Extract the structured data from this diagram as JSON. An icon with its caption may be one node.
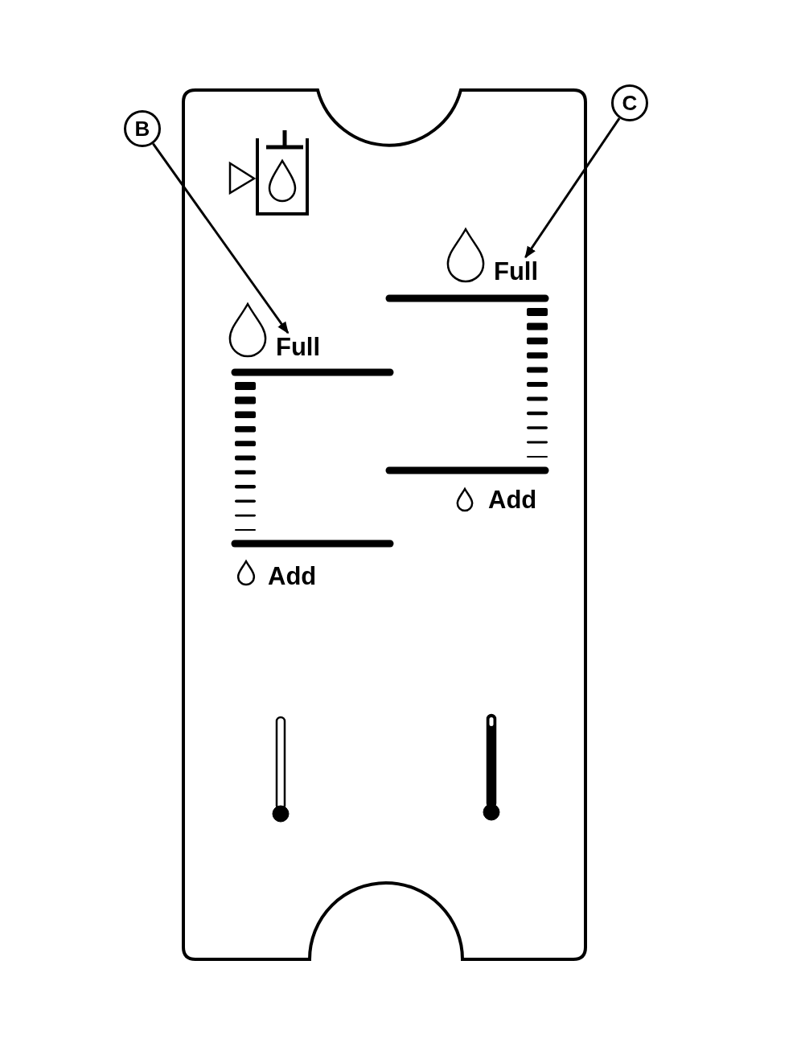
{
  "diagram": {
    "nodes": [
      {
        "text": [
          "B"
        ]
      },
      {
        "text": [
          "C"
        ]
      },
      {
        "text": [
          "Full"
        ]
      },
      {
        "text": [
          "Full"
        ]
      }
    ],
    "edges": [
      {
        "from": 0,
        "to": 2,
        "arrow": "to"
      },
      {
        "from": 1,
        "to": 3,
        "arrow": "to"
      }
    ],
    "labels": [
      "Add",
      "Add"
    ]
  }
}
